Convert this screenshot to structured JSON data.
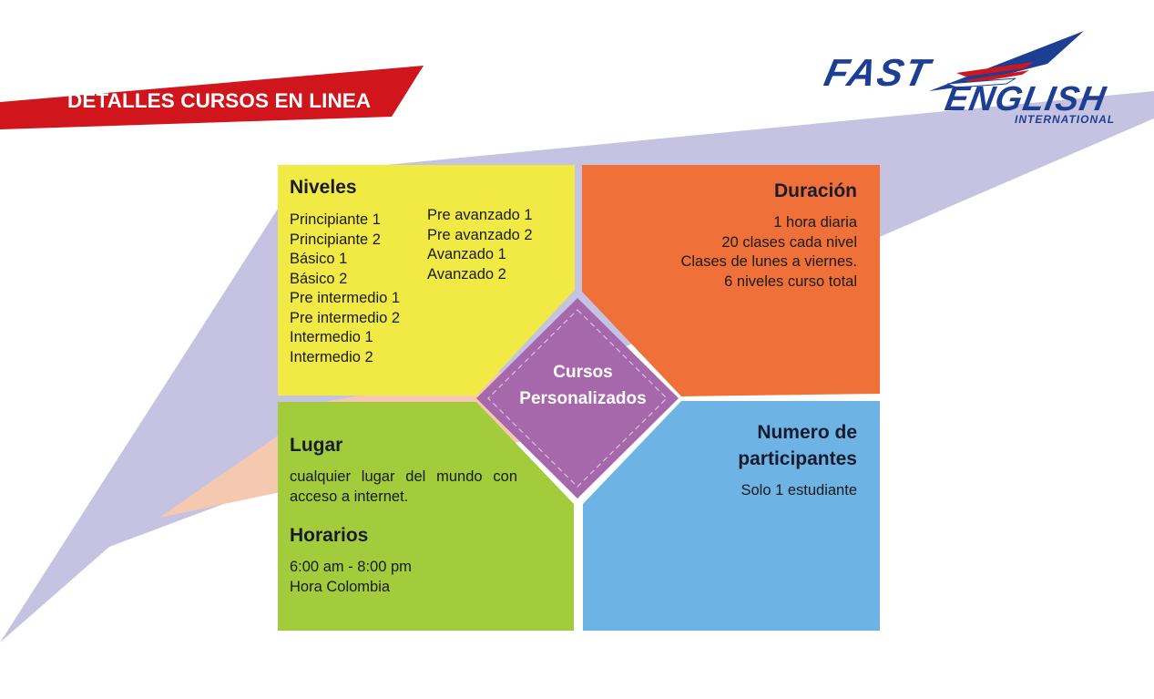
{
  "banner": {
    "title": "DETALLES CURSOS EN LINEA"
  },
  "logo": {
    "line1": "FAST",
    "line2": "ENGLISH",
    "line3": "INTERNATIONAL"
  },
  "center": {
    "line1": "Cursos",
    "line2": "Personalizados"
  },
  "niveles": {
    "title": "Niveles",
    "col1": [
      "Principiante 1",
      "Principiante 2",
      "Básico 1",
      "Básico 2",
      "Pre intermedio 1",
      "Pre intermedio 2",
      "Intermedio 1",
      "Intermedio 2"
    ],
    "col2": [
      "Pre avanzado 1",
      "Pre avanzado 2",
      "Avanzado 1",
      "Avanzado 2"
    ]
  },
  "duracion": {
    "title": "Duración",
    "lines": [
      "1 hora diaria",
      "20 clases cada nivel",
      "Clases de lunes a viernes.",
      "6 niveles curso total"
    ]
  },
  "lugar": {
    "title": "Lugar",
    "lines": [
      "cualquier lugar del mundo con",
      "acceso a internet."
    ]
  },
  "horarios": {
    "title": "Horarios",
    "lines": [
      "6:00 am - 8:00 pm",
      "Hora Colombia"
    ]
  },
  "participantes": {
    "title_line1": "Numero de",
    "title_line2": "participantes",
    "lines": [
      "Solo 1 estudiante"
    ]
  },
  "colors": {
    "banner_red": "#d0161c",
    "yellow": "#f1ea44",
    "orange": "#f07039",
    "green": "#a2cc3c",
    "blue": "#6db3e3",
    "purple": "#a667ab",
    "lavender": "#c5c3e1",
    "peach": "#f4c9b0",
    "logo_blue": "#1c3f94"
  }
}
